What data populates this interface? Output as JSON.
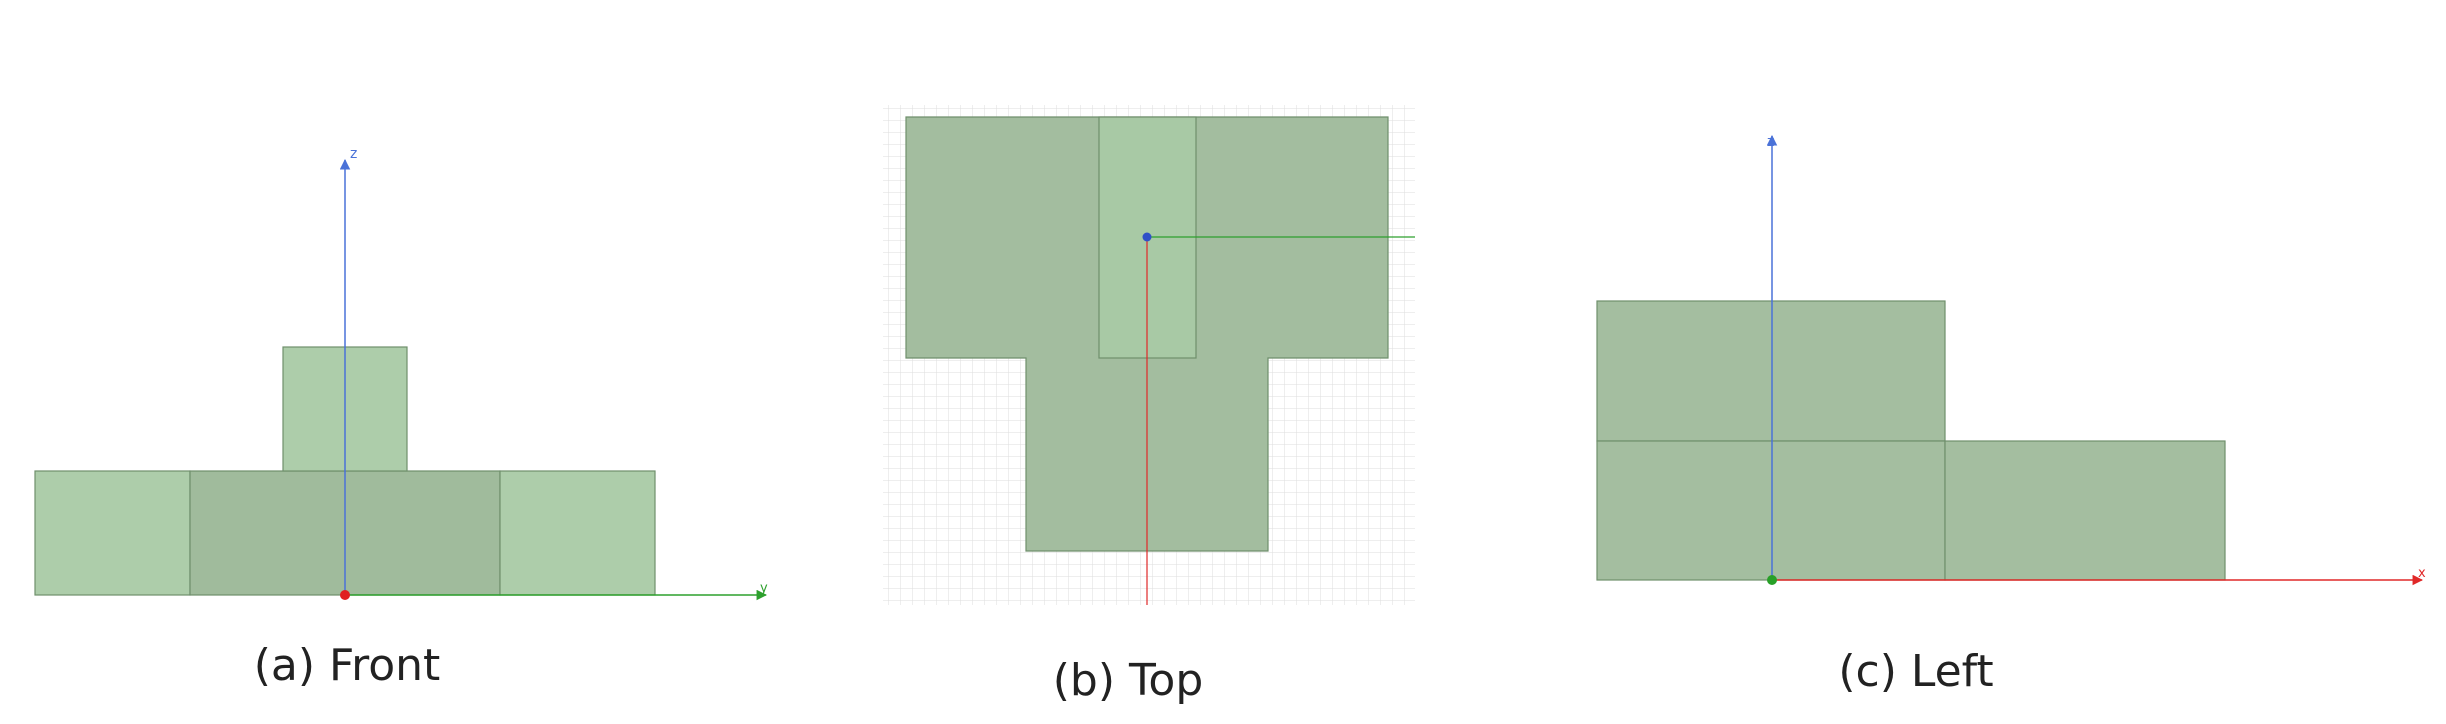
{
  "captions": {
    "front": "(a) Front",
    "top": "(b) Top",
    "left": "(c) Left"
  },
  "axes": {
    "front_vertical": "z",
    "front_horizontal": "y",
    "left_vertical": "z",
    "left_horizontal": "x"
  },
  "colors": {
    "face_light": "#adcdaa",
    "face_mid": "#a4bea0",
    "face_dark": "#9fb99b",
    "edge": "#6f8f6c",
    "axis_z": "#4a72d8",
    "axis_y": "#2da02d",
    "axis_x": "#e02828",
    "origin_red": "#e02020",
    "origin_blue": "#3050c8",
    "origin_green": "#28a028",
    "grid": "#dcdcdc"
  }
}
